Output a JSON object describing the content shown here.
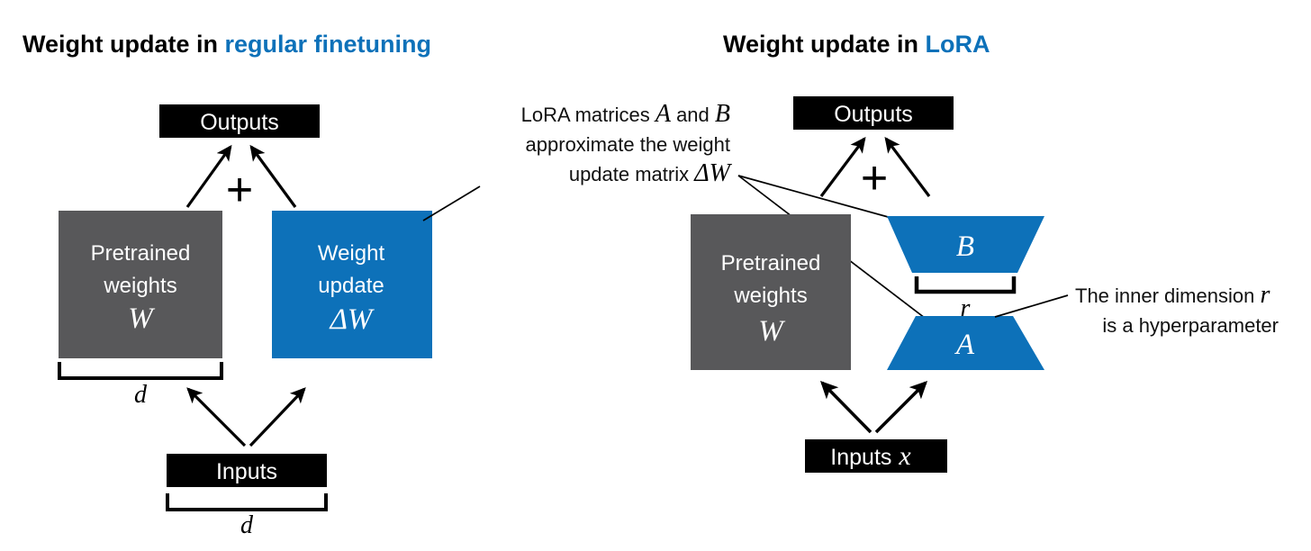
{
  "figure": {
    "background": "#ffffff",
    "accent_blue": "#0d71b9",
    "gray": "#58585a",
    "black": "#000000"
  },
  "left_panel": {
    "title_prefix": "Weight update in ",
    "title_accent": "regular finetuning",
    "outputs_label": "Outputs",
    "plus_symbol": "+",
    "pretrained_line1": "Pretrained",
    "pretrained_line2": "weights",
    "pretrained_symbol": "W",
    "update_line1": "Weight",
    "update_line2": "update",
    "update_symbol": "ΔW",
    "inputs_label": "Inputs",
    "dim_top": "d",
    "dim_bottom": "d"
  },
  "right_panel": {
    "title_prefix": "Weight update in ",
    "title_accent": "LoRA",
    "outputs_label": "Outputs",
    "plus_symbol": "+",
    "pretrained_line1": "Pretrained",
    "pretrained_line2": "weights",
    "pretrained_symbol": "W",
    "matrix_b_label": "B",
    "matrix_a_label": "A",
    "rank_label": "r",
    "inputs_label": "Inputs",
    "inputs_symbol": "x"
  },
  "annotations": {
    "center": {
      "line1_a": "LoRA matrices ",
      "line1_b": "A",
      "line1_c": " and ",
      "line1_d": "B",
      "line2": "approximate the weight",
      "line3_a": "update matrix ",
      "line3_b": "ΔW"
    },
    "right": {
      "line1_a": "The inner dimension ",
      "line1_b": "r",
      "line2": "is a hyperparameter"
    }
  }
}
